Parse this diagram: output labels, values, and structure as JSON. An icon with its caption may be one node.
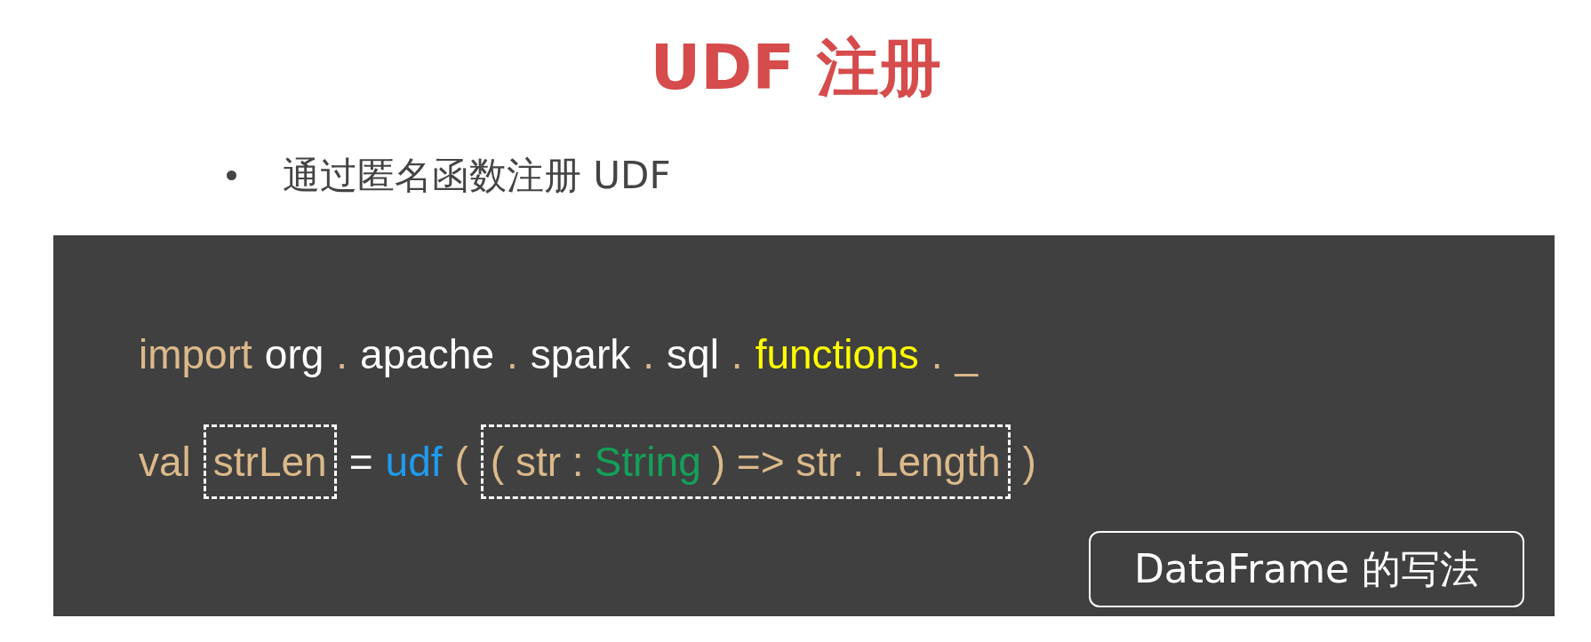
{
  "diagram": {
    "title": "UDF 注册",
    "nodes": [
      {
        "text": [
          "strLen"
        ]
      },
      {
        "text": [
          "( str :",
          "String",
          ") => str . Length"
        ]
      },
      {
        "text": [
          "DataFrame 的写法"
        ]
      }
    ],
    "labels": [
      "通过匿名函数注册 UDF",
      "import",
      "org",
      ".",
      "apache",
      ".",
      "spark",
      ".",
      "sql",
      ".",
      "functions",
      ".",
      "_",
      "val",
      "=",
      "udf",
      "(",
      ")"
    ]
  }
}
